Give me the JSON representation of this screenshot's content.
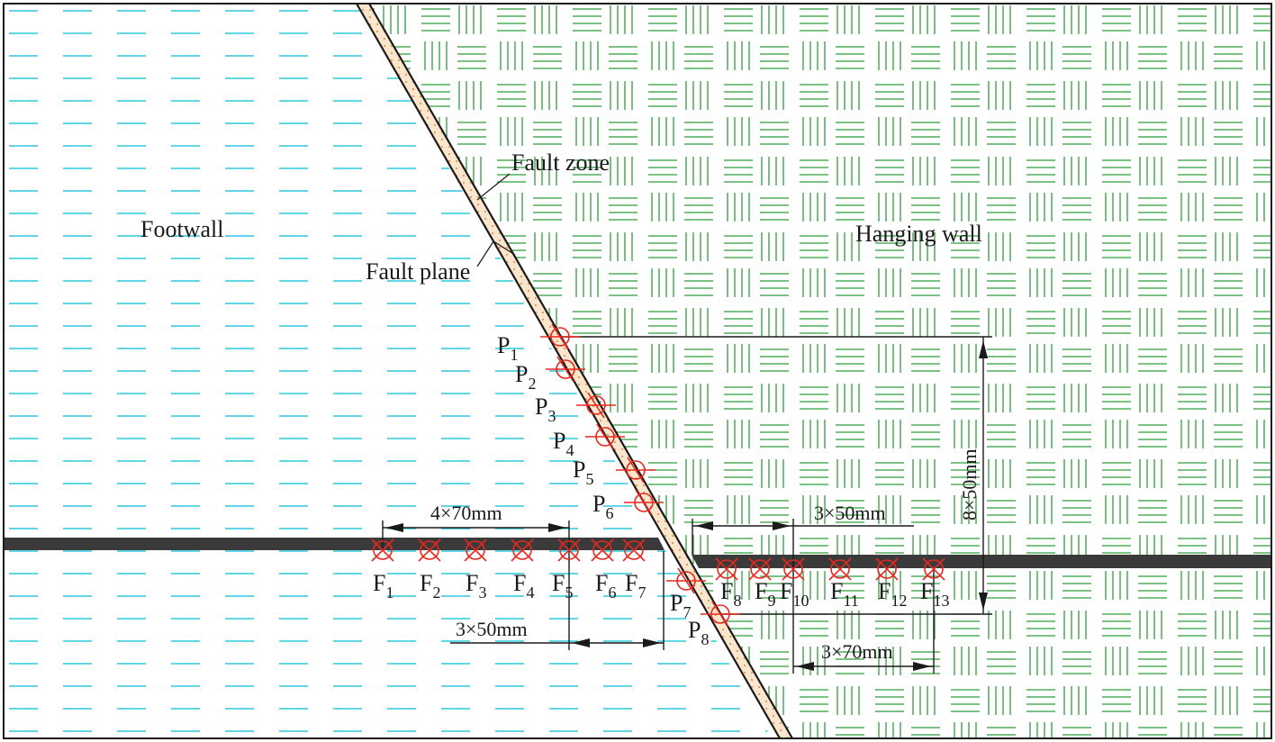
{
  "labels": {
    "footwall": "Footwall",
    "hanging_wall": "Hanging wall",
    "fault_zone": "Fault zone",
    "fault_plane": "Fault plane"
  },
  "dimensions": {
    "p_spacing": "8×50mm",
    "f_left_spacing": "4×70mm",
    "f_left_inner": "3×50mm",
    "f_right_inner": "3×50mm",
    "f_right_spacing": "3×70mm"
  },
  "fault_points": [
    {
      "base": "P",
      "sub": "1"
    },
    {
      "base": "P",
      "sub": "2"
    },
    {
      "base": "P",
      "sub": "3"
    },
    {
      "base": "P",
      "sub": "4"
    },
    {
      "base": "P",
      "sub": "5"
    },
    {
      "base": "P",
      "sub": "6"
    },
    {
      "base": "P",
      "sub": "7"
    },
    {
      "base": "P",
      "sub": "8"
    }
  ],
  "seam_points": [
    {
      "base": "F",
      "sub": "1"
    },
    {
      "base": "F",
      "sub": "2"
    },
    {
      "base": "F",
      "sub": "3"
    },
    {
      "base": "F",
      "sub": "4"
    },
    {
      "base": "F",
      "sub": "5"
    },
    {
      "base": "F",
      "sub": "6"
    },
    {
      "base": "F",
      "sub": "7"
    },
    {
      "base": "F",
      "sub": "8"
    },
    {
      "base": "F",
      "sub": "9"
    },
    {
      "base": "F",
      "sub": "10"
    },
    {
      "base": "F",
      "sub": "11"
    },
    {
      "base": "F",
      "sub": "12"
    },
    {
      "base": "F",
      "sub": "13"
    }
  ],
  "colors": {
    "footwall_hatch": "#2ec8d8",
    "hanging_hatch": "#2e9e3c",
    "coal_seam": "#3a3a3a",
    "marker": "#e8281e",
    "line": "#1a1a1a",
    "fault_zone_fill": "#f5c79a"
  }
}
